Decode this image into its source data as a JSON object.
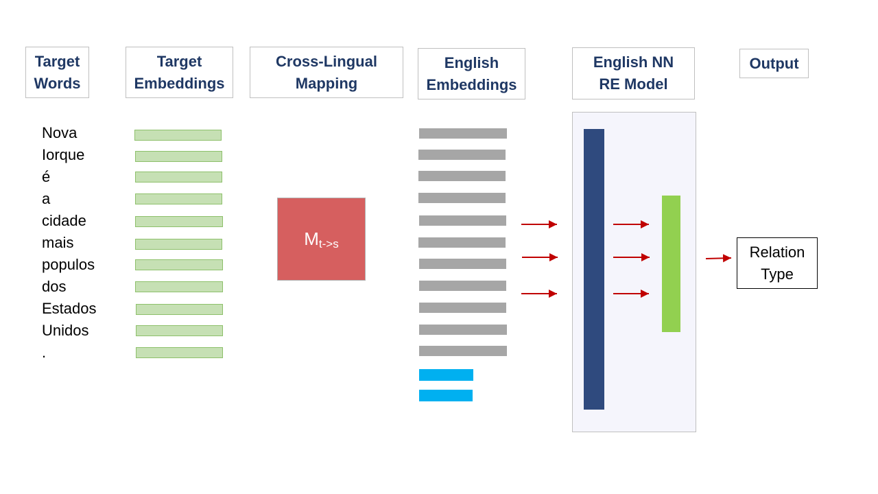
{
  "headers": {
    "target_words": "Target\nWords",
    "target_embeddings": "Target\nEmbeddings",
    "cross_lingual_mapping": "Cross-Lingual\nMapping",
    "english_embeddings": "English\nEmbeddings",
    "english_nn_re_model": "English NN\nRE Model",
    "output": "Output"
  },
  "target_words": [
    "Nova",
    "Iorque",
    "é",
    "a",
    "cidade",
    "mais",
    "populos",
    "dos",
    "Estados",
    "Unidos",
    "."
  ],
  "mapping": {
    "base": "M",
    "subscript": "t->s"
  },
  "output": {
    "relation_type": "Relation\nType"
  },
  "colors": {
    "header_text": "#1f3864",
    "target_embedding_fill": "#c6e0b4",
    "english_embedding": "#a6a6a6",
    "position_embedding": "#00b0f0",
    "mapping_matrix": "#d65f5f",
    "model_hidden_layer": "#2f4a7e",
    "model_output_layer": "#92d050",
    "arrow": "#c00000"
  }
}
